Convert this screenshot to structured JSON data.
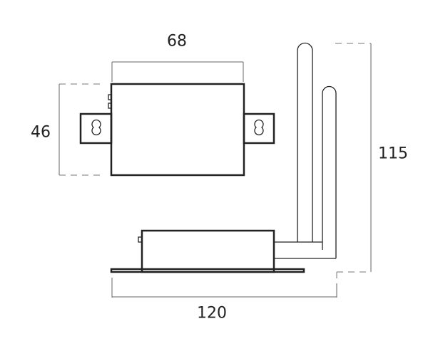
{
  "dimensions": {
    "width": "68",
    "height": "46",
    "length": "120",
    "total_height": "115"
  }
}
